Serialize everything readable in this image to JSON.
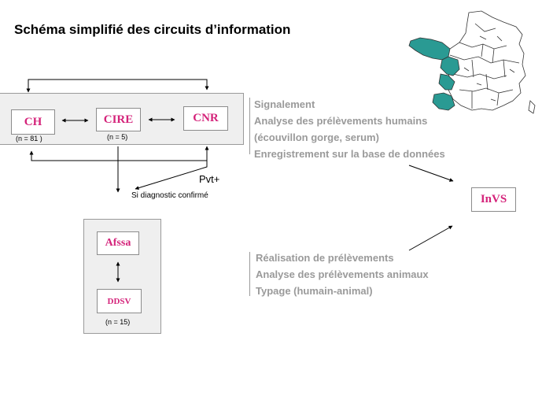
{
  "title": "Schéma simplifié des circuits d’information",
  "nodes": {
    "ch": "CH",
    "cire": "CIRE",
    "cnr": "CNR",
    "afssa": "Afssa",
    "ddsv": "DDSV",
    "invs": "InVS"
  },
  "counts": {
    "ch": "(n = 81 )",
    "cire": "(n = 5)",
    "ddsv": "(n = 15)"
  },
  "notes": {
    "pvt": "Pvt+",
    "diagnostic": "Si diagnostic confirmé"
  },
  "human_block": [
    "Signalement",
    "Analyse des prélèvements humains",
    "(écouvillon gorge, serum)",
    "Enregistrement sur la base de données"
  ],
  "animal_block": [
    "Réalisation de prélèvements",
    "Analyse des prélèvements animaux",
    "Typage (humain-animal)"
  ],
  "colors": {
    "node_text": "#d4237a",
    "map_highlight": "#2a9a93",
    "description_text": "#9a9a9a",
    "group_fill": "#efefef"
  }
}
